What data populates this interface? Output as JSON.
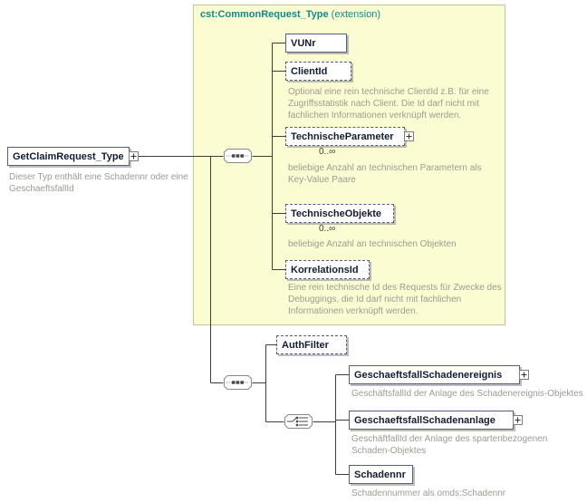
{
  "palette": {
    "extension_bg": "#fcfcd2",
    "extension_border": "#c3c394",
    "extension_header": "#12898a",
    "element_border": "#515f85",
    "annotation_text": "#9b9b94",
    "connector": "#3d3d3d"
  },
  "root": {
    "label": "GetClaimRequest_Type",
    "annotation": "Dieser Typ enthält eine Schadennr oder eine GeschaeftsfallId"
  },
  "extension": {
    "name": "cst:CommonRequest_Type",
    "suffix": "(extension)",
    "children": {
      "vunr": {
        "label": "VUNr"
      },
      "client_id": {
        "label": "ClientId",
        "annotation": "Optional eine rein technische ClientId z.B. für eine Zugriffsstatistik nach Client. Die Id darf nicht mit fachlichen Informationen verknüpft werden."
      },
      "technische_parameter": {
        "label": "TechnischeParameter",
        "occurrence": "0..∞",
        "annotation": "beliebige Anzahl an technischen Parametern als Key-Value Paare"
      },
      "technische_objekte": {
        "label": "TechnischeObjekte",
        "occurrence": "0..∞",
        "annotation": "beliebige Anzahl an technischen Objekten"
      },
      "korrelations_id": {
        "label": "KorrelationsId",
        "annotation": "Eine rein technische Id des Requests für Zwecke des Debuggings, die Id darf nicht mit fachlichen Informationen verknüpft werden."
      }
    }
  },
  "sequence2": {
    "auth_filter": {
      "label": "AuthFilter"
    },
    "choice": {
      "gf_schadenereignis": {
        "label": "GeschaeftsfallSchadenereignis",
        "annotation": "GeschäftsfallId der Anlage des Schadenereignis-Objektes"
      },
      "gf_schadenanlage": {
        "label": "GeschaeftsfallSchadenanlage",
        "annotation": "GeschäftfallId der Anlage des spartenbezogenen Schaden-Objektes"
      },
      "schadennr": {
        "label": "Schadennr",
        "annotation": "Schadennummer als omds:Schadennr"
      }
    }
  }
}
